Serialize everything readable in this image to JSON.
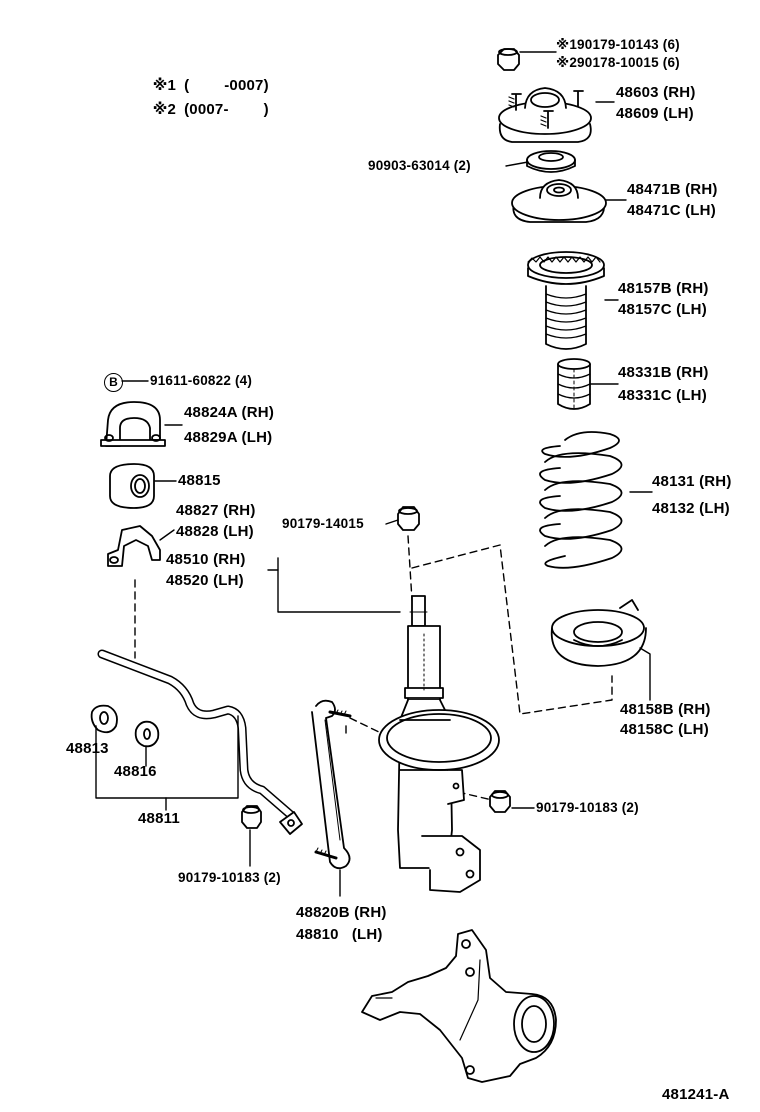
{
  "notes": [
    {
      "mark": "※1",
      "range": "(        -0007)"
    },
    {
      "mark": "※2",
      "range": "(0007-        )"
    }
  ],
  "bolt_badge": "B",
  "labels": {
    "nut_top_1": "※190179-10143 (6)",
    "nut_top_2": "※290178-10015 (6)",
    "mount_rh": "48603 (RH)",
    "mount_lh": "48609 (LH)",
    "bearing": "90903-63014 (2)",
    "seat_upper_rh": "48471B (RH)",
    "seat_upper_lh": "48471C (LH)",
    "boot_rh": "48157B (RH)",
    "boot_lh": "48157C (LH)",
    "bumper_rh": "48331B (RH)",
    "bumper_lh": "48331C (LH)",
    "spring_rh": "48131 (RH)",
    "spring_lh": "48132 (LH)",
    "insulator_rh": "48158B (RH)",
    "insulator_lh": "48158C (LH)",
    "bracket_bolt": "91611-60822 (4)",
    "bracket_rh": "48824A (RH)",
    "bracket_lh": "48829A (LH)",
    "bushing": "48815",
    "clamp_rh": "48827 (RH)",
    "clamp_lh": "48828 (LH)",
    "strut_nut": "90179-14015",
    "strut_rh": "48510 (RH)",
    "strut_lh": "48520 (LH)",
    "link_nut": "90179-10183 (2)",
    "bushing_a": "48813",
    "bushing_b": "48816",
    "stabilizer_bar": "48811",
    "bar_nut": "90179-10183 (2)",
    "link_rh": "48820B (RH)",
    "link_lh": "48810   (LH)",
    "figure_id": "481241-A"
  }
}
